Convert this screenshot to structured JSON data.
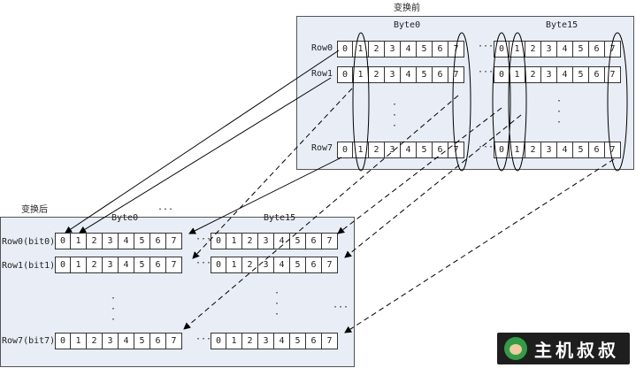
{
  "before": {
    "title": "变换前",
    "byte_first": "Byte0",
    "byte_last": "Byte15",
    "rows": [
      "Row0",
      "Row1",
      "Row7"
    ]
  },
  "after": {
    "title": "变换后",
    "byte_first": "Byte0",
    "byte_last": "Byte15",
    "rows": [
      "Row0(bit0)",
      "Row1(bit1)",
      "Row7(bit7)"
    ]
  },
  "bits": [
    "0",
    "1",
    "2",
    "3",
    "4",
    "5",
    "6",
    "7"
  ],
  "ellipsis_h": "···",
  "ellipsis_top": "...",
  "ellipsis_v": [
    "·",
    "·",
    "·"
  ],
  "logo": {
    "text": "主机叔叔",
    "icon": "mascot-icon"
  }
}
